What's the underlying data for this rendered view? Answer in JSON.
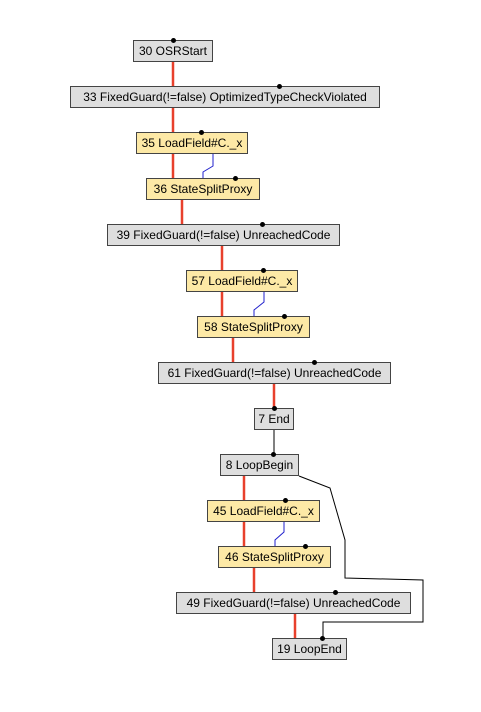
{
  "graph": {
    "nodes": [
      {
        "id": "n30",
        "label": "30 OSRStart",
        "kind": "gray"
      },
      {
        "id": "n33",
        "label": "33 FixedGuard(!=false) OptimizedTypeCheckViolated",
        "kind": "gray"
      },
      {
        "id": "n35",
        "label": "35 LoadField#C._x",
        "kind": "yellow"
      },
      {
        "id": "n36",
        "label": "36 StateSplitProxy",
        "kind": "yellow"
      },
      {
        "id": "n39",
        "label": "39 FixedGuard(!=false) UnreachedCode",
        "kind": "gray"
      },
      {
        "id": "n57",
        "label": "57 LoadField#C._x",
        "kind": "yellow"
      },
      {
        "id": "n58",
        "label": "58 StateSplitProxy",
        "kind": "yellow"
      },
      {
        "id": "n61",
        "label": "61 FixedGuard(!=false) UnreachedCode",
        "kind": "gray"
      },
      {
        "id": "n7",
        "label": "7 End",
        "kind": "gray"
      },
      {
        "id": "n8",
        "label": "8 LoopBegin",
        "kind": "gray"
      },
      {
        "id": "n45",
        "label": "45 LoadField#C._x",
        "kind": "yellow"
      },
      {
        "id": "n46",
        "label": "46 StateSplitProxy",
        "kind": "yellow"
      },
      {
        "id": "n49",
        "label": "49 FixedGuard(!=false) UnreachedCode",
        "kind": "gray"
      },
      {
        "id": "n19",
        "label": "19 LoopEnd",
        "kind": "gray"
      }
    ],
    "colors": {
      "control_edge": "#e8402c",
      "data_edge": "#2222cc",
      "loop_edge": "#000000",
      "gray_node": "#dedede",
      "yellow_node": "#fde9a6"
    }
  }
}
